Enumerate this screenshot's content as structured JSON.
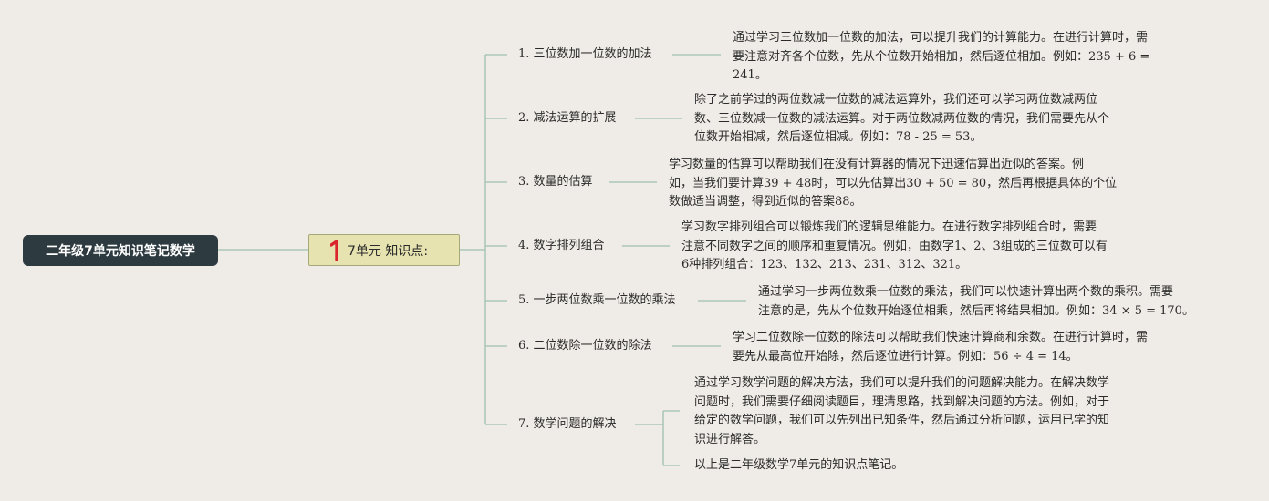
{
  "root": {
    "title": "二年级7单元知识笔记数学"
  },
  "center": {
    "badge": "1",
    "label": "7单元 知识点:"
  },
  "branches": [
    {
      "label": "1. 三位数加一位数的加法",
      "note": [
        "通过学习三位数加一位数的加法，可以提升我们的计算能力。在进行计算时，需",
        "要注意对齐各个位数，先从个位数开始相加，然后逐位相加。例如：235 + 6 =",
        "241。"
      ]
    },
    {
      "label": "2. 减法运算的扩展",
      "note": [
        "除了之前学过的两位数减一位数的减法运算外，我们还可以学习两位数减两位",
        "数、三位数减一位数的减法运算。对于两位数减两位数的情况，我们需要先从个",
        "位数开始相减，然后逐位相减。例如：78 - 25 = 53。"
      ]
    },
    {
      "label": "3. 数量的估算",
      "note": [
        "学习数量的估算可以帮助我们在没有计算器的情况下迅速估算出近似的答案。例",
        "如，当我们要计算39 + 48时，可以先估算出30 + 50 = 80，然后再根据具体的个位",
        "数做适当调整，得到近似的答案88。"
      ]
    },
    {
      "label": "4. 数字排列组合",
      "note": [
        "学习数字排列组合可以锻炼我们的逻辑思维能力。在进行数字排列组合时，需要",
        "注意不同数字之间的顺序和重复情况。例如，由数字1、2、3组成的三位数可以有",
        "6种排列组合：123、132、213、231、312、321。"
      ]
    },
    {
      "label": "5. 一步两位数乘一位数的乘法",
      "note": [
        "通过学习一步两位数乘一位数的乘法，我们可以快速计算出两个数的乘积。需要",
        "注意的是，先从个位数开始逐位相乘，然后再将结果相加。例如：34 × 5 = 170。"
      ]
    },
    {
      "label": "6. 二位数除一位数的除法",
      "note": [
        "学习二位数除一位数的除法可以帮助我们快速计算商和余数。在进行计算时，需",
        "要先从最高位开始除，然后逐位进行计算。例如：56 ÷ 4 = 14。"
      ]
    },
    {
      "label": "7. 数学问题的解决",
      "note": [
        "通过学习数学问题的解决方法，我们可以提升我们的问题解决能力。在解决数学",
        "问题时，我们需要仔细阅读题目，理清思路，找到解决问题的方法。例如，对于",
        "给定的数学问题，我们可以先列出已知条件，然后通过分析问题，运用已学的知",
        "识进行解答。"
      ],
      "note2": [
        "以上是二年级数学7单元的知识点笔记。"
      ]
    }
  ],
  "colors": {
    "line": "#9dbfae",
    "root_bg": "#2d3a40",
    "center_bg": "#e6e3b0",
    "badge": "#d9252b",
    "page_bg": "#efebe6"
  }
}
